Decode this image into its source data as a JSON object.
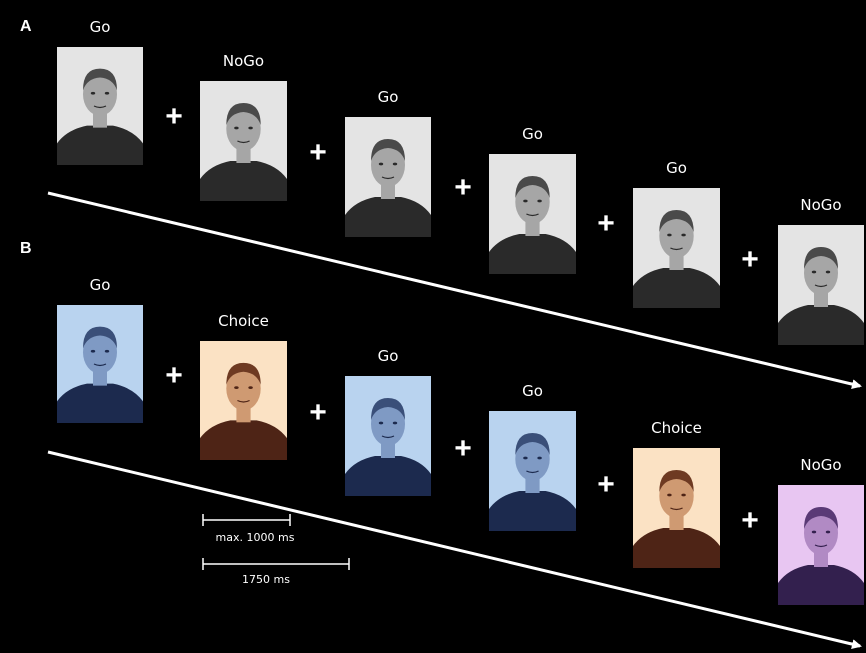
{
  "panels": {
    "a": {
      "letter": "A",
      "trials": [
        {
          "label": "Go",
          "tone": "gray"
        },
        {
          "label": "NoGo",
          "tone": "gray"
        },
        {
          "label": "Go",
          "tone": "gray"
        },
        {
          "label": "Go",
          "tone": "gray"
        },
        {
          "label": "Go",
          "tone": "gray"
        },
        {
          "label": "NoGo",
          "tone": "gray"
        }
      ]
    },
    "b": {
      "letter": "B",
      "trials": [
        {
          "label": "Go",
          "tone": "blue"
        },
        {
          "label": "Choice",
          "tone": "orange"
        },
        {
          "label": "Go",
          "tone": "blue"
        },
        {
          "label": "Go",
          "tone": "blue"
        },
        {
          "label": "Choice",
          "tone": "orange"
        },
        {
          "label": "NoGo",
          "tone": "purple"
        }
      ]
    }
  },
  "fixation_symbol": "+",
  "timing": {
    "short_label": "max. 1000 ms",
    "long_label": "1750 ms"
  },
  "colors": {
    "background": "#000000",
    "foreground": "#ffffff",
    "gray_bg": "#e4e4e4",
    "gray_shirt": "#2a2a2a",
    "gray_skin": "#a6a6a6",
    "gray_hair": "#4a4a4a",
    "blue_bg": "#b9d3ef",
    "blue_shirt": "#1c2a4e",
    "blue_skin": "#7f9ac4",
    "blue_hair": "#3a4f79",
    "orange_bg": "#fbe2c4",
    "orange_shirt": "#4e2416",
    "orange_skin": "#cf9a72",
    "orange_hair": "#6e3a22",
    "purple_bg": "#e8c6f2",
    "purple_shirt": "#33204e",
    "purple_skin": "#b18ac4",
    "purple_hair": "#5a3a76"
  }
}
